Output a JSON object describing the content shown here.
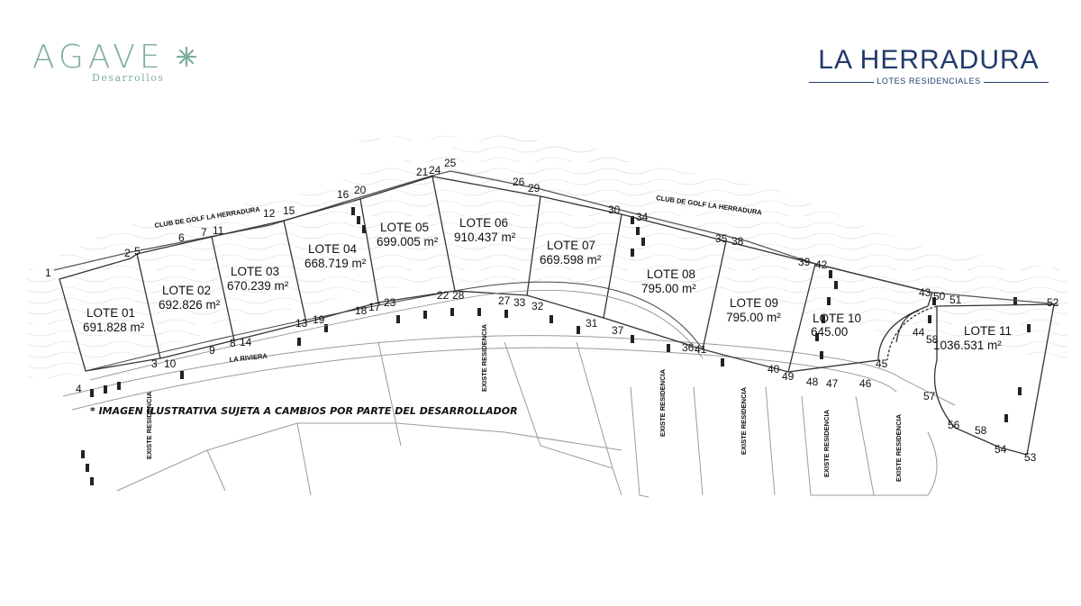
{
  "brand_left": {
    "name": "AGAVE",
    "subtitle": "Desarrollos",
    "color": "#7fae9f"
  },
  "brand_right": {
    "name": "LA HERRADURA",
    "subtitle": "LOTES RESIDENCIALES",
    "color": "#213a6b"
  },
  "map": {
    "road_labels": {
      "golf_1": "CLUB DE GOLF LA HERRADURA",
      "golf_2": "CLUB DE GOLF LA HERRADURA",
      "street": "LA RIVIERA"
    },
    "disclaimer": "* IMAGEN ILUSTRATIVA SUJETA A CAMBIOS POR PARTE DEL DESARROLLADOR",
    "existe_residencia": "EXISTE RESIDENCIA",
    "lots": [
      {
        "name": "LOTE 01",
        "area": "691.828 m²"
      },
      {
        "name": "LOTE 02",
        "area": "692.826 m²"
      },
      {
        "name": "LOTE 03",
        "area": "670.239  m²"
      },
      {
        "name": "LOTE 04",
        "area": "668.719 m²"
      },
      {
        "name": "LOTE 05",
        "area": "699.005 m²"
      },
      {
        "name": "LOTE 06",
        "area": "910.437 m²"
      },
      {
        "name": "LOTE 07",
        "area": "669.598 m²"
      },
      {
        "name": "LOTE 08",
        "area": "795.00 m²"
      },
      {
        "name": "LOTE 09",
        "area": "795.00 m²"
      },
      {
        "name": "LOTE 10",
        "area": "645.00"
      },
      {
        "name": "LOTE 11",
        "area": "1036.531 m²"
      }
    ],
    "vertices": [
      "1",
      "2",
      "3",
      "4",
      "5",
      "6",
      "7",
      "8",
      "9",
      "10",
      "11",
      "12",
      "13",
      "14",
      "15",
      "16",
      "17",
      "18",
      "19",
      "20",
      "21",
      "22",
      "23",
      "24",
      "25",
      "26",
      "27",
      "28",
      "29",
      "30",
      "31",
      "32",
      "33",
      "34",
      "35",
      "36",
      "37",
      "38",
      "39",
      "40",
      "41",
      "42",
      "43",
      "44",
      "45",
      "46",
      "47",
      "48",
      "49",
      "50",
      "51",
      "52",
      "53",
      "54",
      "56",
      "57",
      "58"
    ]
  }
}
